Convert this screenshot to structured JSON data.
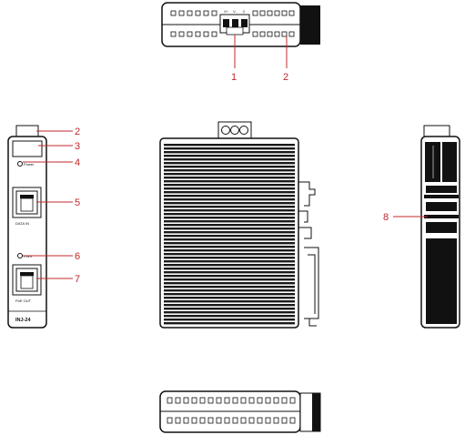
{
  "callouts": {
    "c1": "1",
    "c2_top": "2",
    "c2_front": "2",
    "c3": "3",
    "c4": "4",
    "c5": "5",
    "c6": "6",
    "c7": "7",
    "c8": "8"
  },
  "front_labels": {
    "power": "Power",
    "data_in": "DATA IN",
    "pwr": "PWR",
    "poe_out": "PoE OUT",
    "model": "INJ-24"
  },
  "terminal_labels": [
    "V+",
    "V-",
    "⏚"
  ],
  "colors": {
    "outline": "#111111",
    "callout": "#c0282d",
    "fin_dark": "#1a1a1a"
  }
}
